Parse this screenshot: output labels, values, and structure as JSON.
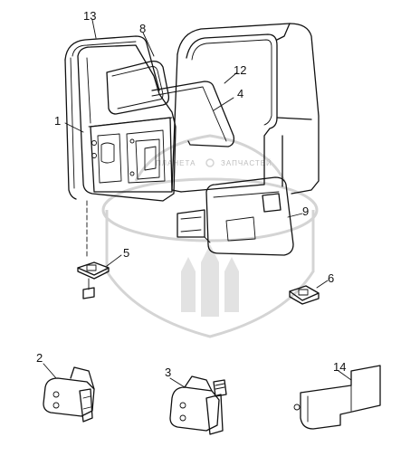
{
  "watermark": {
    "left_text": "ПЛАНЕТА",
    "right_text": "ЗАПЧАСТЕЙ"
  },
  "callouts": [
    {
      "id": "c1",
      "label": "1"
    },
    {
      "id": "c2",
      "label": "2"
    },
    {
      "id": "c3",
      "label": "3"
    },
    {
      "id": "c4",
      "label": "4"
    },
    {
      "id": "c5",
      "label": "5"
    },
    {
      "id": "c6",
      "label": "6"
    },
    {
      "id": "c8",
      "label": "8"
    },
    {
      "id": "c9",
      "label": "9"
    },
    {
      "id": "c12",
      "label": "12"
    },
    {
      "id": "c13",
      "label": "13"
    },
    {
      "id": "c14",
      "label": "14"
    }
  ],
  "colors": {
    "line": "#111111",
    "watermark": "#d4d4d4",
    "background": "#ffffff"
  }
}
